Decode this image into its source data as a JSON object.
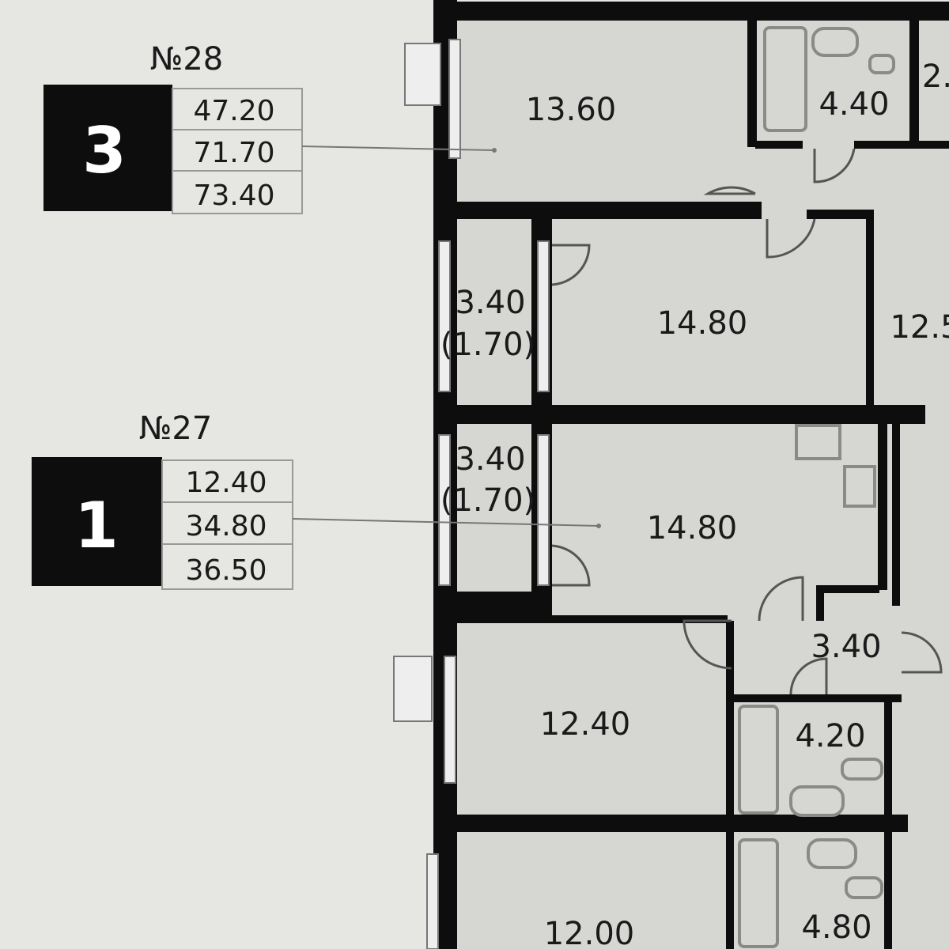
{
  "apartments": [
    {
      "number": "№28",
      "rooms": "3",
      "values": [
        "47.20",
        "71.70",
        "73.40"
      ]
    },
    {
      "number": "№27",
      "rooms": "1",
      "values": [
        "12.40",
        "34.80",
        "36.50"
      ]
    }
  ],
  "room_areas": {
    "r1": "13.60",
    "r2": "4.40",
    "r3": "2.",
    "r4_a": "3.40",
    "r4_b": "(1.70)",
    "r5": "14.80",
    "r6": "12.5",
    "r7_a": "3.40",
    "r7_b": "(1.70)",
    "r8": "14.80",
    "r9": "3.40",
    "r10": "12.40",
    "r11": "4.20",
    "r12": "12.00",
    "r13": "4.80"
  },
  "colors": {
    "wall": "#0d0d0d",
    "room": "#d6d6d3",
    "legend_box": "#0d0d0d"
  }
}
